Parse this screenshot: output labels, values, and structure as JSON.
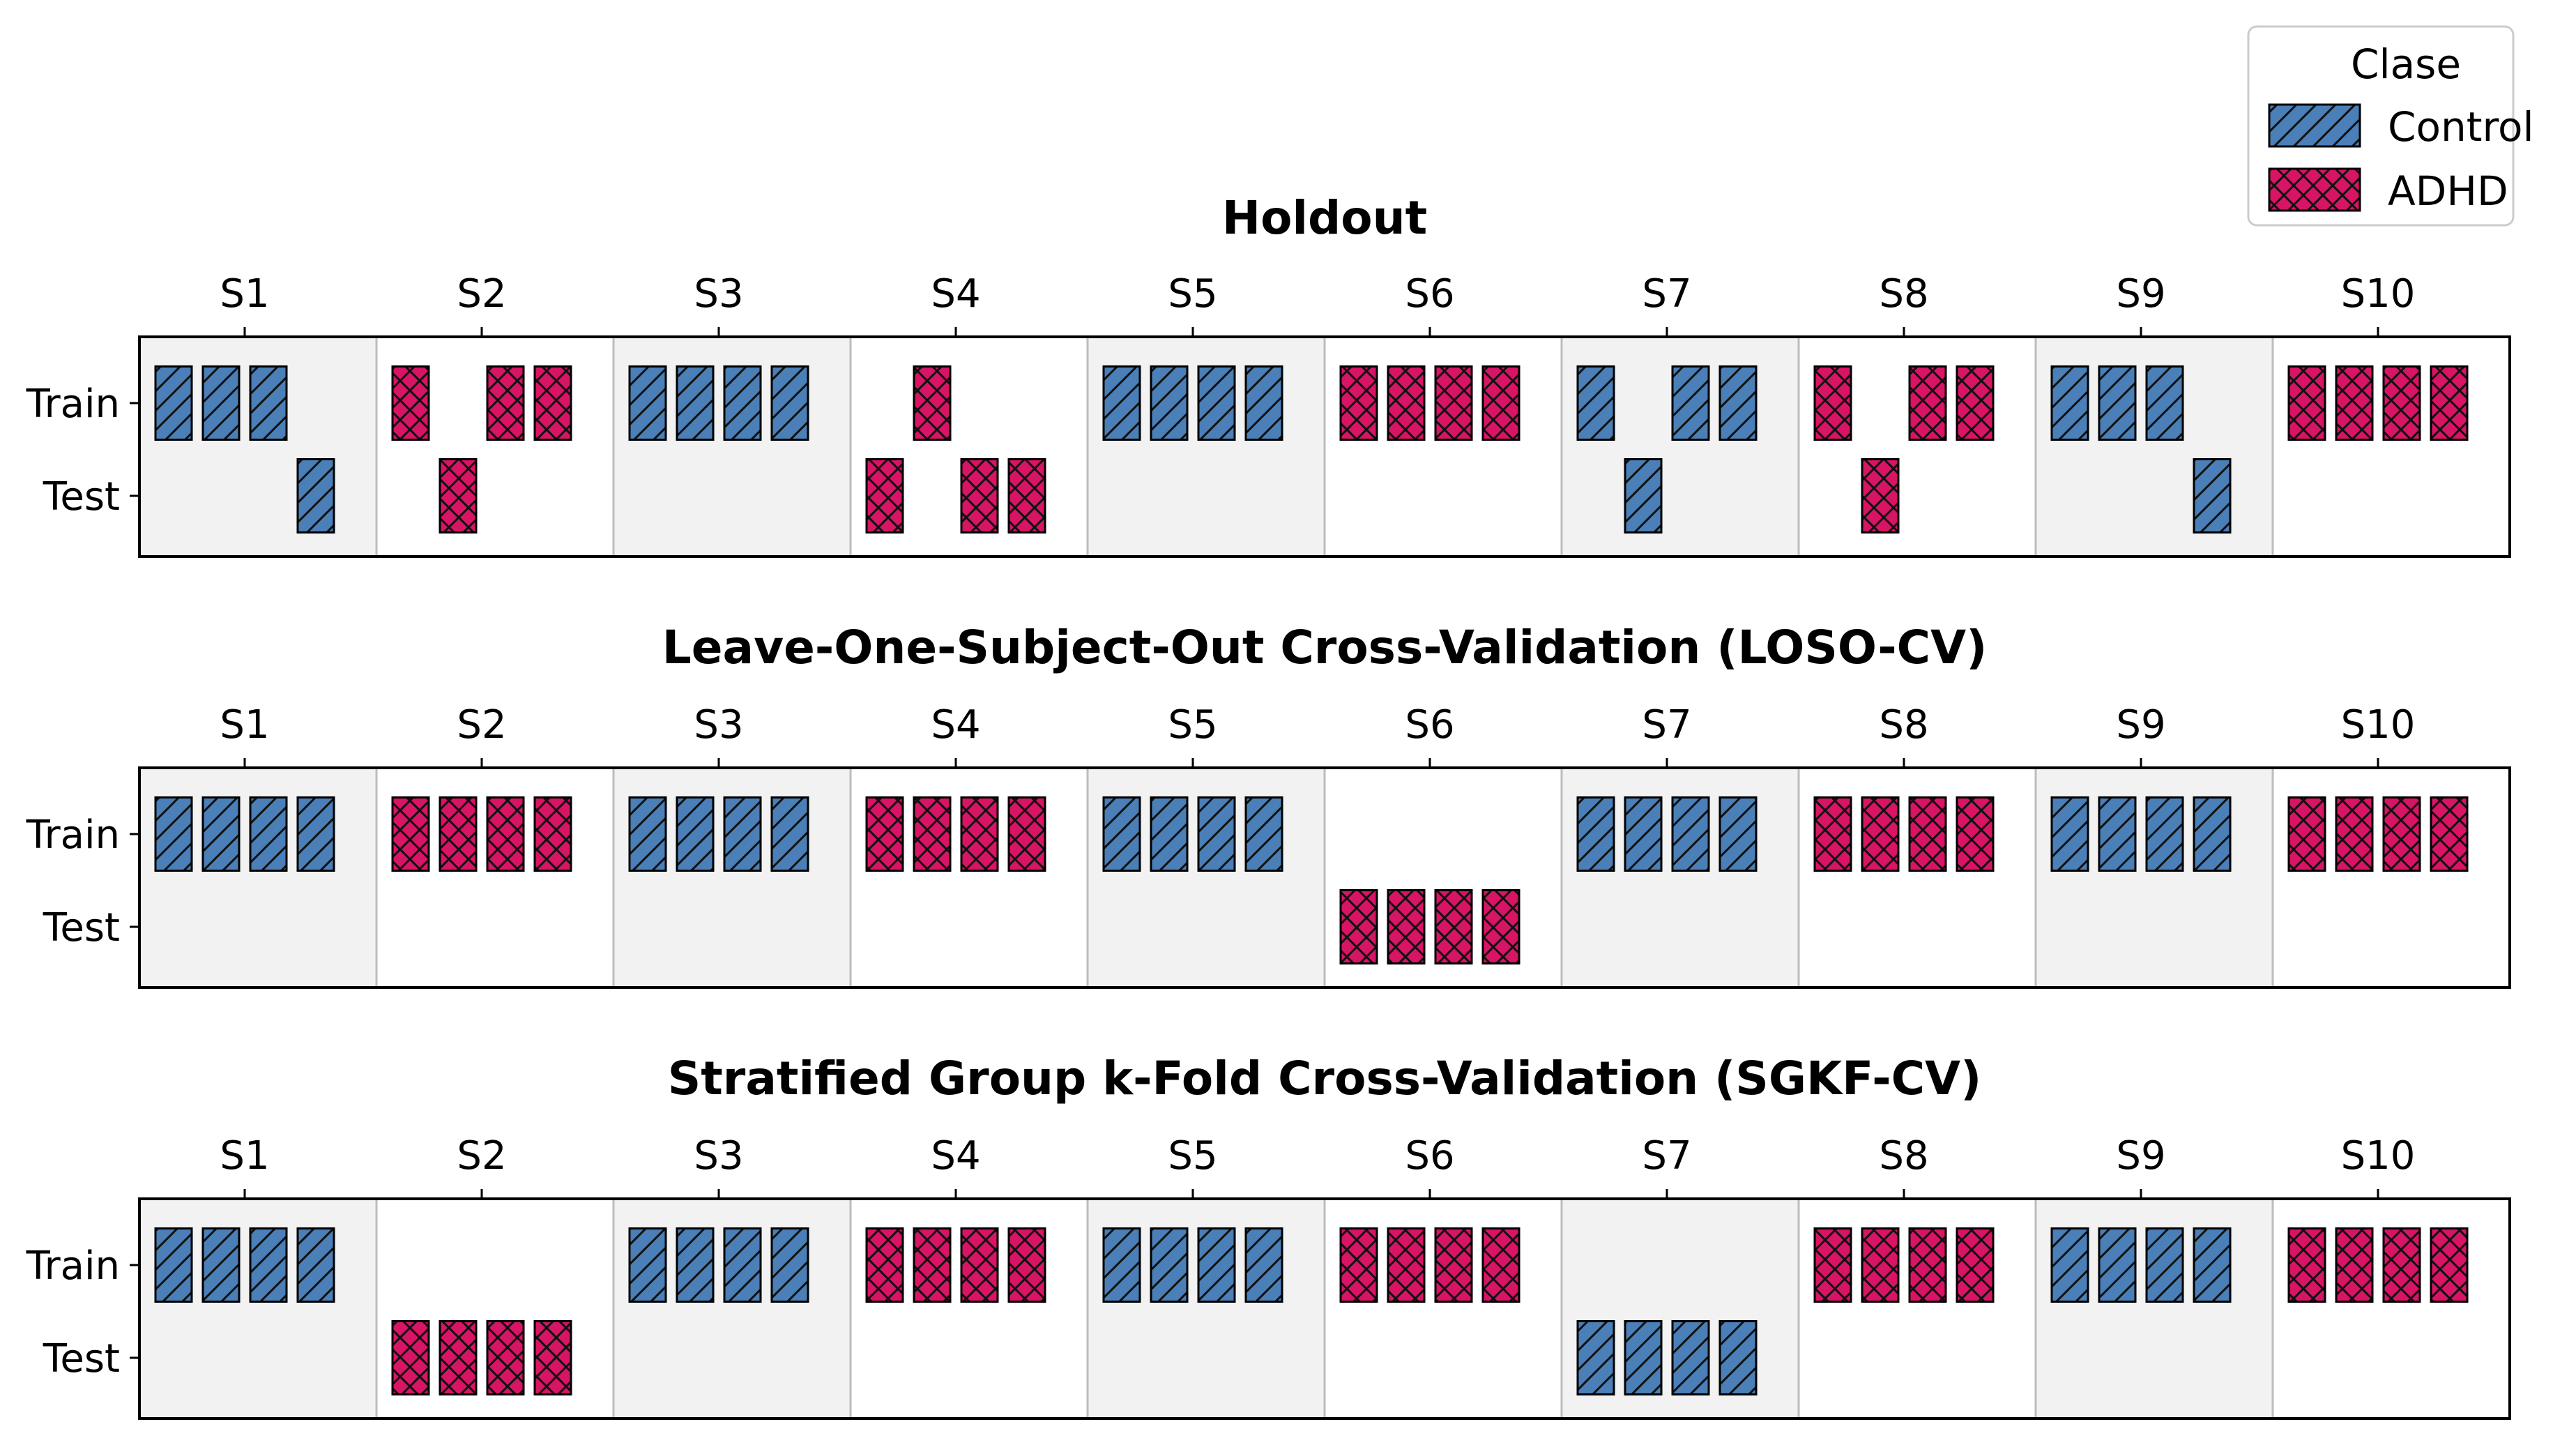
{
  "legend": {
    "title": "Clase",
    "entries": [
      {
        "key": "control",
        "label": "Control",
        "color": "#4a7fb7",
        "hatch": "//"
      },
      {
        "key": "adhd",
        "label": "ADHD",
        "color": "#d81464",
        "hatch": "xx"
      }
    ],
    "placement": "top-right"
  },
  "chart_data": [
    {
      "type": "table",
      "title": "Holdout",
      "subjects": [
        "S1",
        "S2",
        "S3",
        "S4",
        "S5",
        "S6",
        "S7",
        "S8",
        "S9",
        "S10"
      ],
      "rows": [
        "Train",
        "Test"
      ],
      "subject_class": [
        "control",
        "adhd",
        "control",
        "adhd",
        "control",
        "adhd",
        "control",
        "adhd",
        "control",
        "adhd"
      ],
      "assignment": [
        [
          "Train",
          "Train",
          "Train",
          "Test"
        ],
        [
          "Train",
          "Test",
          "Train",
          "Train"
        ],
        [
          "Train",
          "Train",
          "Train",
          "Train"
        ],
        [
          "Test",
          "Train",
          "Test",
          "Test"
        ],
        [
          "Train",
          "Train",
          "Train",
          "Train"
        ],
        [
          "Train",
          "Train",
          "Train",
          "Train"
        ],
        [
          "Train",
          "Test",
          "Train",
          "Train"
        ],
        [
          "Train",
          "Test",
          "Train",
          "Train"
        ],
        [
          "Train",
          "Train",
          "Train",
          "Test"
        ],
        [
          "Train",
          "Train",
          "Train",
          "Train"
        ]
      ]
    },
    {
      "type": "table",
      "title": "Leave-One-Subject-Out Cross-Validation (LOSO-CV)",
      "subjects": [
        "S1",
        "S2",
        "S3",
        "S4",
        "S5",
        "S6",
        "S7",
        "S8",
        "S9",
        "S10"
      ],
      "rows": [
        "Train",
        "Test"
      ],
      "subject_class": [
        "control",
        "adhd",
        "control",
        "adhd",
        "control",
        "adhd",
        "control",
        "adhd",
        "control",
        "adhd"
      ],
      "assignment": [
        [
          "Train",
          "Train",
          "Train",
          "Train"
        ],
        [
          "Train",
          "Train",
          "Train",
          "Train"
        ],
        [
          "Train",
          "Train",
          "Train",
          "Train"
        ],
        [
          "Train",
          "Train",
          "Train",
          "Train"
        ],
        [
          "Train",
          "Train",
          "Train",
          "Train"
        ],
        [
          "Test",
          "Test",
          "Test",
          "Test"
        ],
        [
          "Train",
          "Train",
          "Train",
          "Train"
        ],
        [
          "Train",
          "Train",
          "Train",
          "Train"
        ],
        [
          "Train",
          "Train",
          "Train",
          "Train"
        ],
        [
          "Train",
          "Train",
          "Train",
          "Train"
        ]
      ]
    },
    {
      "type": "table",
      "title": "Stratified Group k-Fold Cross-Validation (SGKF-CV)",
      "subjects": [
        "S1",
        "S2",
        "S3",
        "S4",
        "S5",
        "S6",
        "S7",
        "S8",
        "S9",
        "S10"
      ],
      "rows": [
        "Train",
        "Test"
      ],
      "subject_class": [
        "control",
        "adhd",
        "control",
        "adhd",
        "control",
        "adhd",
        "control",
        "adhd",
        "control",
        "adhd"
      ],
      "assignment": [
        [
          "Train",
          "Train",
          "Train",
          "Train"
        ],
        [
          "Test",
          "Test",
          "Test",
          "Test"
        ],
        [
          "Train",
          "Train",
          "Train",
          "Train"
        ],
        [
          "Train",
          "Train",
          "Train",
          "Train"
        ],
        [
          "Train",
          "Train",
          "Train",
          "Train"
        ],
        [
          "Train",
          "Train",
          "Train",
          "Train"
        ],
        [
          "Test",
          "Test",
          "Test",
          "Test"
        ],
        [
          "Train",
          "Train",
          "Train",
          "Train"
        ],
        [
          "Train",
          "Train",
          "Train",
          "Train"
        ],
        [
          "Train",
          "Train",
          "Train",
          "Train"
        ]
      ]
    }
  ]
}
